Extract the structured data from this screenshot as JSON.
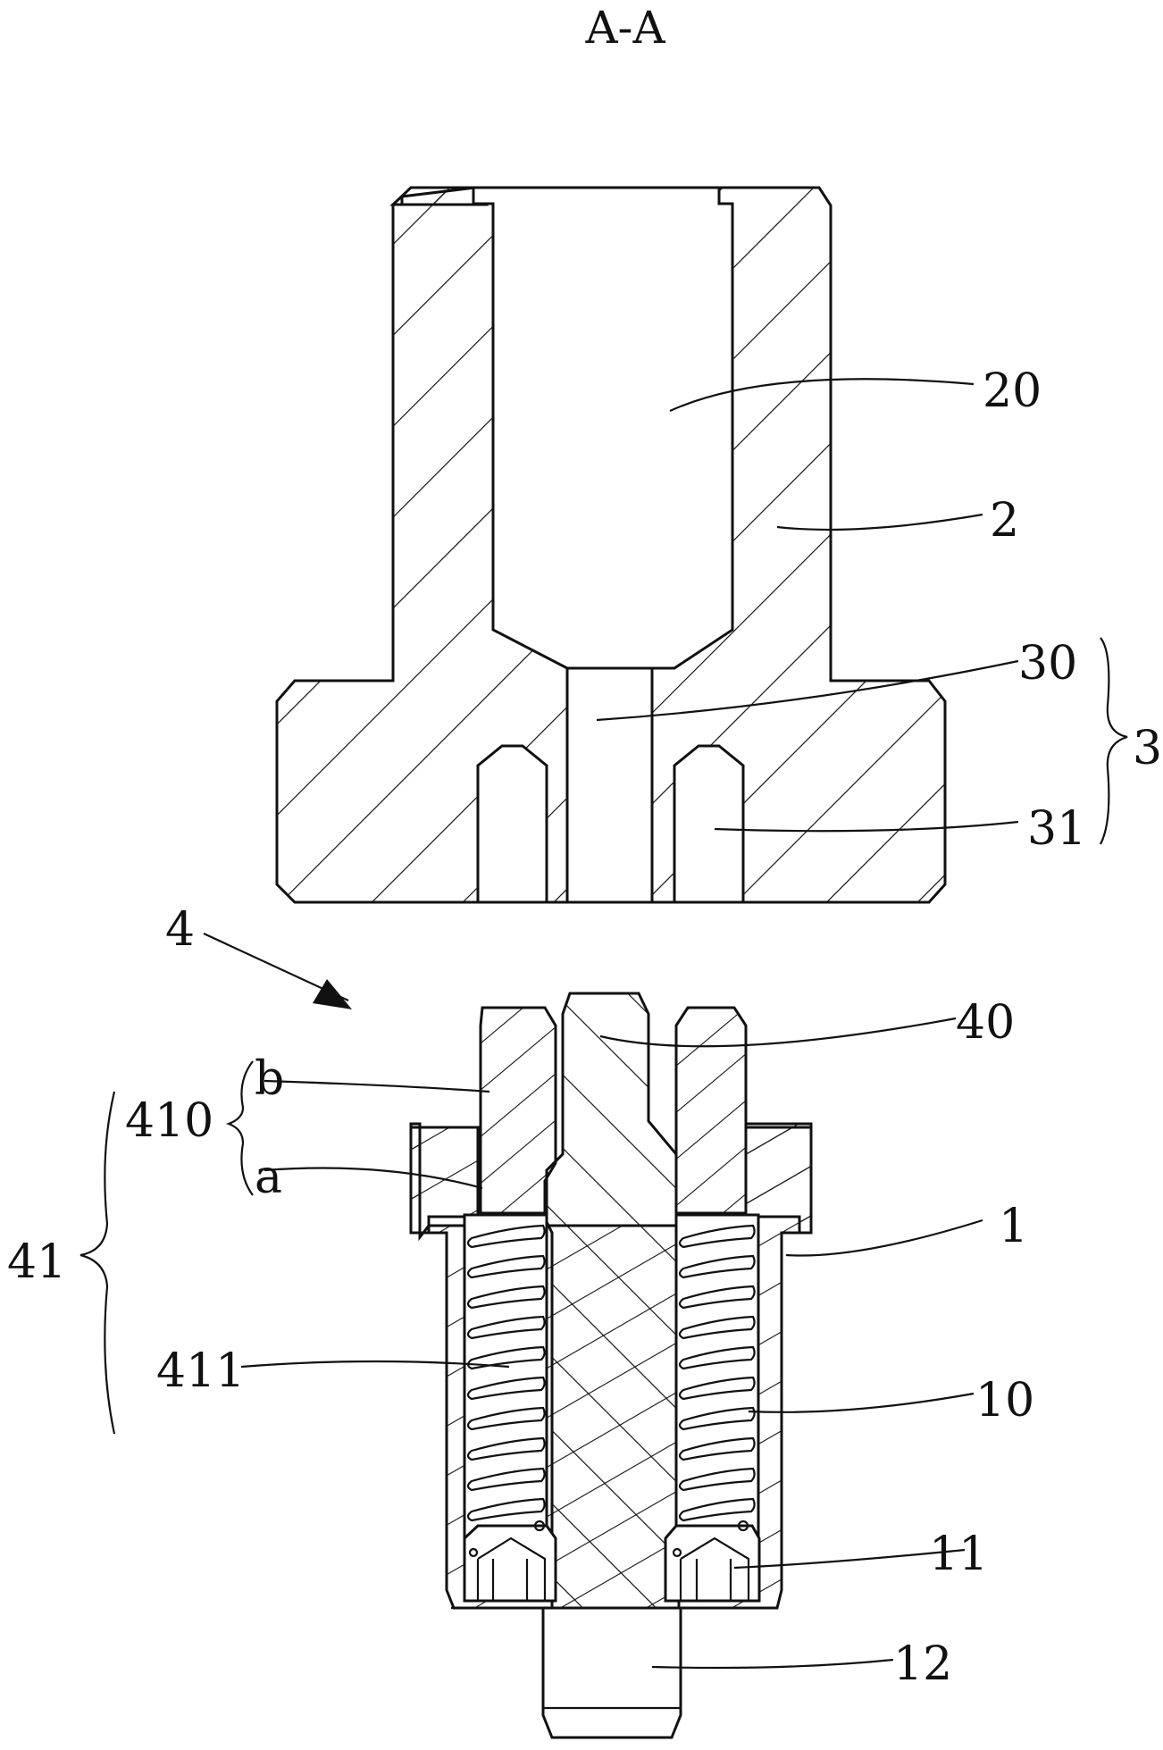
{
  "section_title": "A-A",
  "labels": {
    "bore": "20",
    "upper_body": "2",
    "center_hole": "30",
    "group_3": "3",
    "pin_hole": "31",
    "assembly_4": "4",
    "core": "40",
    "part_b": "b",
    "group_410": "410",
    "part_a": "a",
    "housing": "1",
    "group_41": "41",
    "spring": "411",
    "chamber": "10",
    "bottom_cap": "11",
    "stem": "12"
  },
  "colors": {
    "line": "#111111",
    "background": "#ffffff"
  }
}
